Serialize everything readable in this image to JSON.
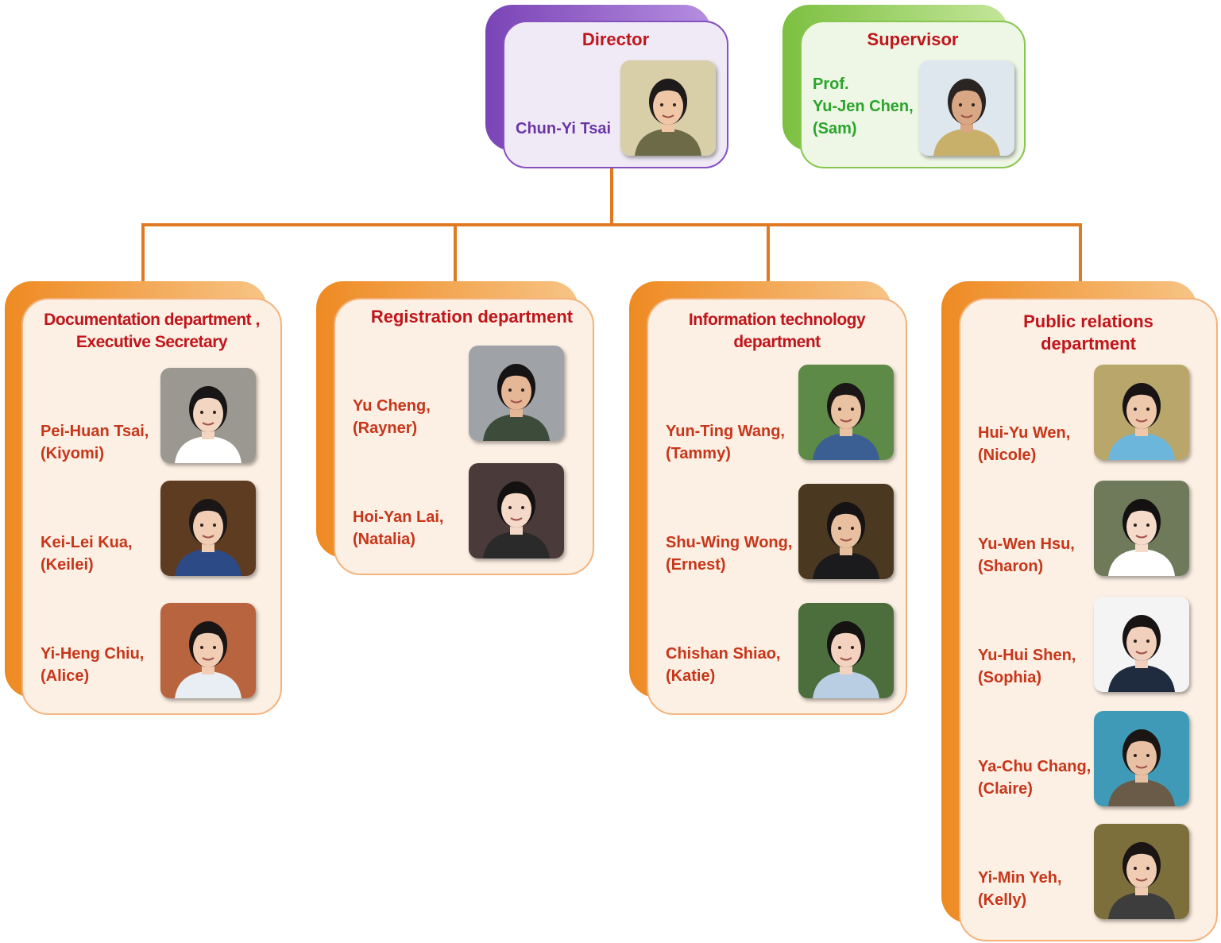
{
  "director": {
    "title": "Director",
    "name": "Chun-Yi Tsai",
    "photo": {
      "bg": "#d8cfa8",
      "hair": "#1c1a1a",
      "skin": "#f0c7a6",
      "shirt": "#6d6a48",
      "icon": "portrait-icon"
    }
  },
  "supervisor": {
    "title": "Supervisor",
    "name": "Prof.\nYu-Jen Chen,\n(Sam)",
    "photo": {
      "bg": "#dfe7ee",
      "hair": "#2a2522",
      "skin": "#d9a783",
      "shirt": "#c9b06a",
      "icon": "portrait-icon"
    }
  },
  "departments": [
    {
      "title": "Documentation department ,\nExecutive Secretary",
      "members": [
        {
          "name": "Pei-Huan Tsai,\n(Kiyomi)",
          "photo": {
            "bg": "#9a9890",
            "hair": "#171515",
            "skin": "#f3d6c2",
            "shirt": "#ffffff"
          }
        },
        {
          "name": "Kei-Lei Kua,\n(Keilei)",
          "photo": {
            "bg": "#5e3c22",
            "hair": "#1a1616",
            "skin": "#f0cdb3",
            "shirt": "#2c4a86"
          }
        },
        {
          "name": "Yi-Heng Chiu,\n(Alice)",
          "photo": {
            "bg": "#b8643f",
            "hair": "#1a1515",
            "skin": "#f1cdb4",
            "shirt": "#e9eef4"
          }
        }
      ]
    },
    {
      "title": "Registration department",
      "members": [
        {
          "name": "Yu Cheng,\n(Rayner)",
          "photo": {
            "bg": "#9fa2a6",
            "hair": "#151313",
            "skin": "#e5b796",
            "shirt": "#3c4b3a"
          }
        },
        {
          "name": "Hoi-Yan Lai,\n(Natalia)",
          "photo": {
            "bg": "#4a3b3a",
            "hair": "#141111",
            "skin": "#f4d8c8",
            "shirt": "#2a2a2a"
          }
        }
      ]
    },
    {
      "title": "Information technology\ndepartment",
      "members": [
        {
          "name": "Yun-Ting Wang,\n(Tammy)",
          "photo": {
            "bg": "#5d8a46",
            "hair": "#1a1716",
            "skin": "#e9c2a2",
            "shirt": "#3b5f92"
          }
        },
        {
          "name": "Shu-Wing Wong,\n(Ernest)",
          "photo": {
            "bg": "#4a3820",
            "hair": "#151313",
            "skin": "#e8c0a0",
            "shirt": "#1b1b1e"
          }
        },
        {
          "name": "Chishan Shiao,\n(Katie)",
          "photo": {
            "bg": "#4c6e3c",
            "hair": "#151212",
            "skin": "#f3d3bf",
            "shirt": "#b9cde3"
          }
        }
      ]
    },
    {
      "title": "Public relations\ndepartment",
      "members": [
        {
          "name": "Hui-Yu Wen,\n(Nicole)",
          "photo": {
            "bg": "#b9a66b",
            "hair": "#181414",
            "skin": "#eec8ab",
            "shirt": "#6cb6dc"
          }
        },
        {
          "name": "Yu-Wen Hsu,\n(Sharon)",
          "photo": {
            "bg": "#6e7a5a",
            "hair": "#141111",
            "skin": "#f6dbcb",
            "shirt": "#ffffff"
          }
        },
        {
          "name": "Yu-Hui Shen,\n(Sophia)",
          "photo": {
            "bg": "#f4f4f4",
            "hair": "#181414",
            "skin": "#f1d0bd",
            "shirt": "#1f2b3f"
          }
        },
        {
          "name": "Ya-Chu Chang,\n(Claire)",
          "photo": {
            "bg": "#3f9ab8",
            "hair": "#1b1614",
            "skin": "#e8c1a4",
            "shirt": "#6a5a48"
          }
        },
        {
          "name": "Yi-Min Yeh,\n(Kelly)",
          "photo": {
            "bg": "#7d6f3c",
            "hair": "#1a1513",
            "skin": "#f0ccb3",
            "shirt": "#3d3d3d"
          }
        }
      ]
    }
  ],
  "colors": {
    "director_accent": "#7b45b8",
    "supervisor_accent": "#7cc040",
    "department_accent": "#f08a26",
    "title_red": "#c0151b",
    "member_orange": "#c7361a",
    "director_name": "#6b35a5",
    "supervisor_name": "#2aa52a"
  }
}
